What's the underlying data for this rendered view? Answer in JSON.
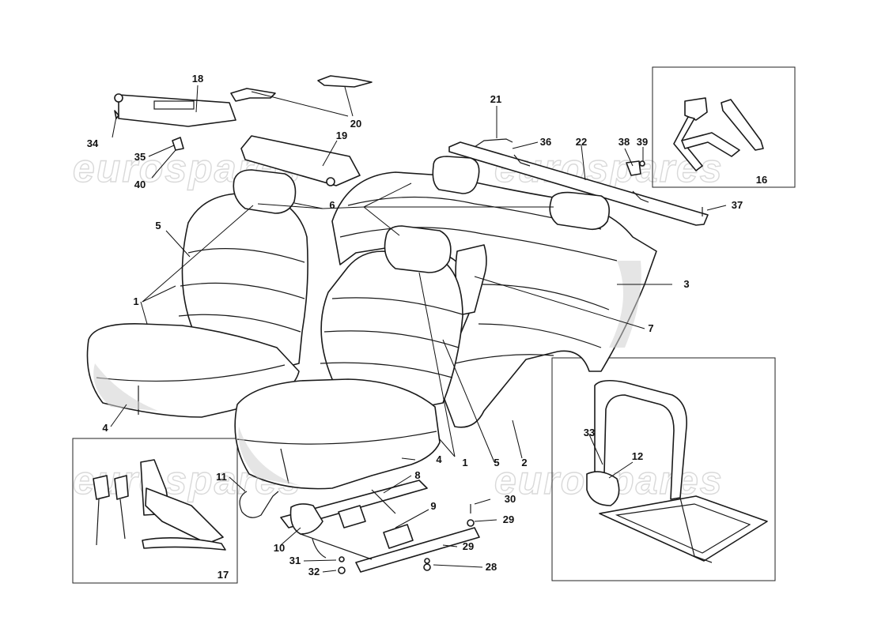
{
  "watermark": {
    "text": "eurospares"
  },
  "callouts": {
    "n1": "1",
    "n2": "2",
    "n3": "3",
    "n4": "4",
    "n5": "5",
    "n6": "6",
    "n7": "7",
    "n8": "8",
    "n9": "9",
    "n10": "10",
    "n11": "11",
    "n12": "12",
    "n16": "16",
    "n17": "17",
    "n18": "18",
    "n19": "19",
    "n20": "20",
    "n21": "21",
    "n22": "22",
    "n28": "28",
    "n29": "29",
    "n30": "30",
    "n31": "31",
    "n32": "32",
    "n33": "33",
    "n34": "34",
    "n35": "35",
    "n36": "36",
    "n37": "37",
    "n38": "38",
    "n39": "39",
    "n40": "40"
  }
}
